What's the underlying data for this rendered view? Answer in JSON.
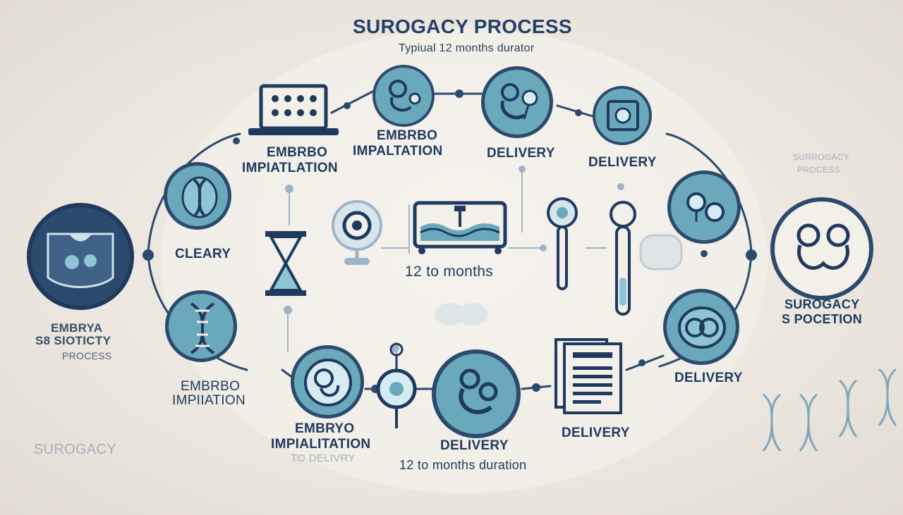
{
  "title": "SUROGACY PROCESS",
  "subtitle": "Typiual 12 months durator",
  "labels": {
    "top_left_a": "EMBRBO",
    "top_left_b": "IMPIATLATION",
    "top_mid_a": "EMBRBO",
    "top_mid_b": "IMPALTATION",
    "top_delivery": "DELIVERY",
    "right_top_delivery": "DELIVERY",
    "cleary": "CLEARY",
    "center_months": "12 to months",
    "left_a": "EMBRYA",
    "left_b": "S8 SIOTICTY",
    "left_c": "PROCESS",
    "bottom_left_a": "EMBRBO",
    "bottom_left_b": "IMPIIATION",
    "bottom_mid_a": "EMBRYO",
    "bottom_mid_b": "IMPIALITATION",
    "bottom_mid_c": "TO DELIVRY",
    "bottom_delivery": "DELIVERY",
    "bottom_right_delivery": "DELIVERY",
    "right_delivery": "DELIVERY",
    "bottom_duration": "12 to months duration",
    "right_a": "SUROGACY",
    "right_b": "S POCETION",
    "faint_right_a": "SURROGACY",
    "faint_right_b": "PROCESS",
    "watermark": "SUROGACY"
  },
  "icons": [
    "laptop-icon",
    "baby-icon",
    "parent-baby-icon",
    "monitor-icon",
    "sperm-egg-icon",
    "twin-babies-icon",
    "dna-cell-icon",
    "hourglass-icon",
    "microscope-icon",
    "incubator-icon",
    "pipette-icon",
    "test-tube-icon",
    "dna-helix-icon",
    "embryo-cell-icon",
    "target-icon",
    "mother-baby-icon",
    "documents-icon",
    "cell-division-icon",
    "uterus-ultrasound-icon",
    "dna-strands-icon"
  ],
  "colors": {
    "navy": "#1f3a5f",
    "teal": "#5fa4b8",
    "light_teal": "#8ec4d4",
    "ring": "#2c4a6e",
    "background": "#e6e0d8"
  }
}
